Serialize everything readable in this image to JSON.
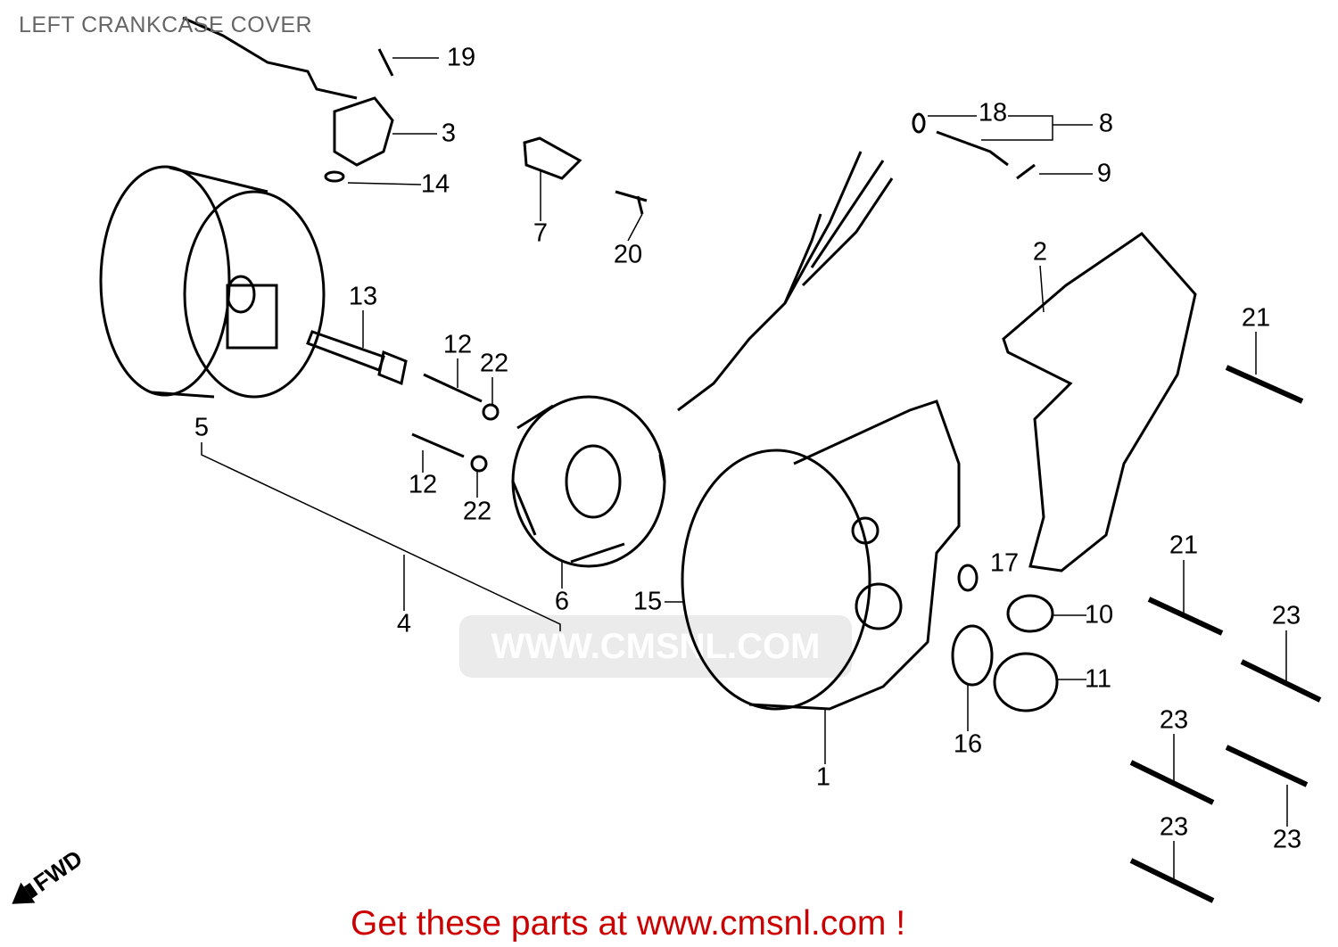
{
  "title": "LEFT CRANKCASE COVER",
  "footer": "Get these parts at www.cmsnl.com !",
  "watermark_text": "WWW.CMSNL.COM",
  "fwd_label": "FWD",
  "callouts": [
    "19",
    "3",
    "14",
    "7",
    "20",
    "18",
    "8",
    "9",
    "2",
    "21",
    "13",
    "12",
    "22",
    "5",
    "12",
    "22",
    "6",
    "4",
    "15",
    "17",
    "10",
    "21",
    "23",
    "11",
    "16",
    "1",
    "23",
    "23",
    "23"
  ]
}
